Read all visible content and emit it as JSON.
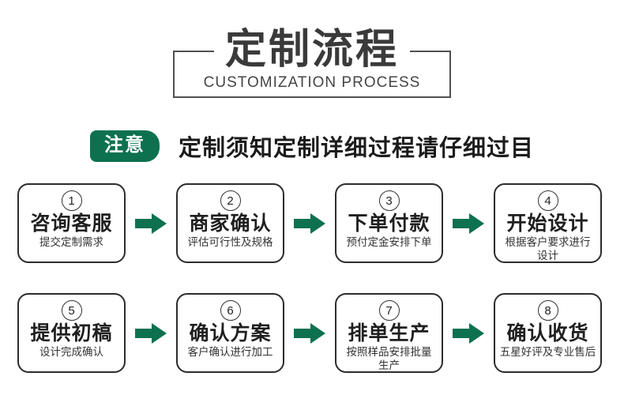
{
  "header": {
    "title": "定制流程",
    "subtitle": "CUSTOMIZATION PROCESS"
  },
  "notice": {
    "badge_label": "注意",
    "text": "定制须知定制详细过程请仔细过目"
  },
  "colors": {
    "accent_green": "#0d7150",
    "title_gray": "#3a3a3a",
    "frame_gray": "#4f4f4f",
    "box_border": "#2c2c2c"
  },
  "icons": {
    "flow_arrow": "right-block-arrow"
  },
  "steps": [
    {
      "number": "1",
      "title": "咨询客服",
      "desc": "提交定制需求"
    },
    {
      "number": "2",
      "title": "商家确认",
      "desc": "评估可行性及规格"
    },
    {
      "number": "3",
      "title": "下单付款",
      "desc": "预付定金安排下单"
    },
    {
      "number": "4",
      "title": "开始设计",
      "desc": "根据客户要求进行\n设计"
    },
    {
      "number": "5",
      "title": "提供初稿",
      "desc": "设计完成确认"
    },
    {
      "number": "6",
      "title": "确认方案",
      "desc": "客户确认进行加工"
    },
    {
      "number": "7",
      "title": "排单生产",
      "desc": "按照样品安排批量\n生产"
    },
    {
      "number": "8",
      "title": "确认收货",
      "desc": "五星好评及专业售后"
    }
  ]
}
